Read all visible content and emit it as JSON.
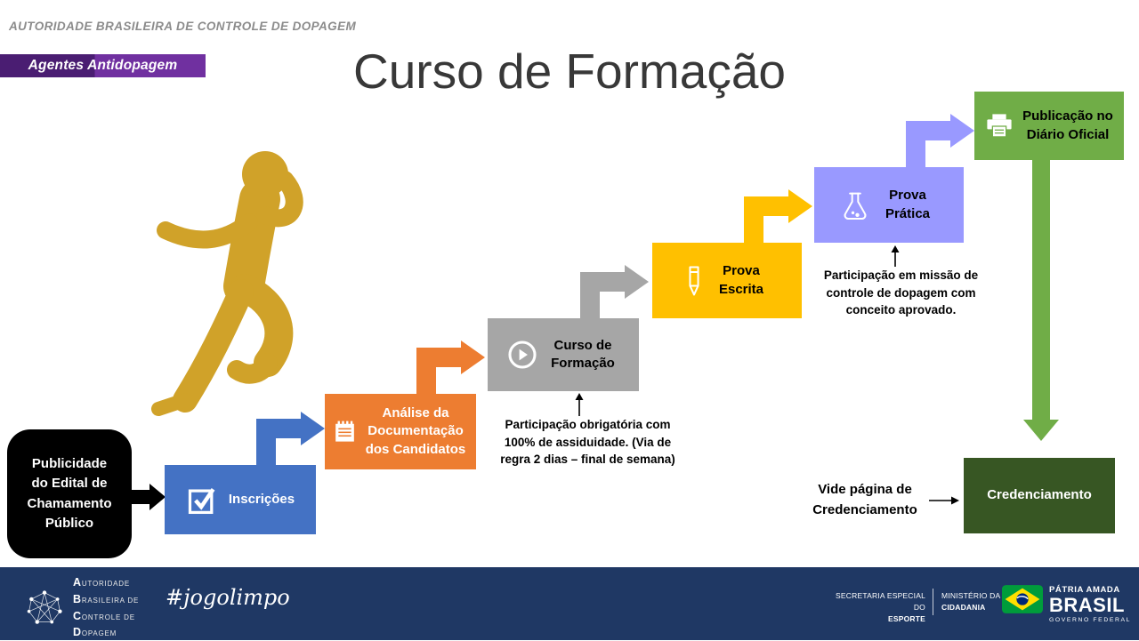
{
  "header": {
    "authority": "AUTORIDADE BRASILEIRA DE CONTROLE DE DOPAGEM",
    "badge": "Agentes Antidopagem",
    "title": "Curso de Formação"
  },
  "steps": {
    "edital": "Publicidade do Edital de Chamamento Público",
    "inscricoes": "Inscrições",
    "analise": "Análise da Documentação dos Candidatos",
    "curso": "Curso de Formação",
    "prova_escrita": "Prova Escrita",
    "prova_pratica": "Prova Prática",
    "publicacao": "Publicação no Diário Oficial",
    "credenciamento": "Credenciamento"
  },
  "annotations": {
    "curso_note": "Participação obrigatória com 100% de assiduidade. (Via de regra 2 dias – final de semana)",
    "pratica_note": "Participação em missão de controle de dopagem com conceito aprovado.",
    "vide_note": "Vide página de Credenciamento"
  },
  "colors": {
    "badge_purple_dark": "#4A1D72",
    "badge_purple": "#7030A0",
    "step_black": "#000000",
    "step_blue": "#4472C4",
    "step_orange": "#ED7D31",
    "step_gray": "#A6A6A6",
    "step_yellow": "#FFC000",
    "step_purple": "#9999FF",
    "step_green": "#70AD47",
    "step_dark_green": "#375623",
    "runner_gold": "#D0A229",
    "footer_navy": "#1F3864",
    "flag_green": "#009C3B",
    "flag_yellow": "#FFDF00",
    "flag_blue": "#002776"
  },
  "footer": {
    "logo_lines": [
      "Autoridade",
      "Brasileira de",
      "Controle de",
      "Dopagem"
    ],
    "hashtag": "#jogolimpo",
    "secretaria_line1": "SECRETARIA ESPECIAL DO",
    "secretaria_line2": "ESPORTE",
    "ministerio_line1": "MINISTÉRIO DA",
    "ministerio_line2": "CIDADANIA",
    "patria": "PÁTRIA AMADA",
    "brasil": "BRASIL",
    "governo": "GOVERNO FEDERAL"
  }
}
